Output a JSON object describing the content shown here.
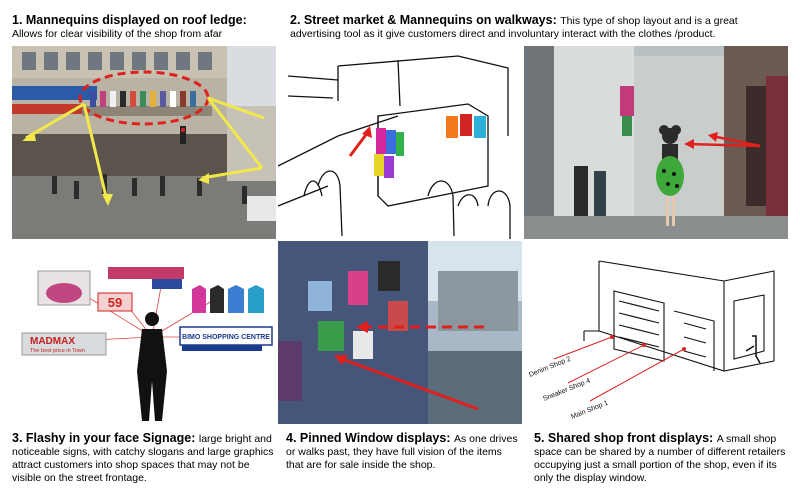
{
  "panels": [
    {
      "title": "1. Mannequins displayed on roof ledge",
      "description": "Allows for clear visibility of the shop from afar"
    },
    {
      "title": "2. Street market & Mannequins on walkways",
      "description": "This type of shop layout and is a great advertising tool as it give customers direct and involuntary interact with the clothes /product."
    },
    {
      "title": "3. Flashy in your face Signage",
      "description": "large bright and noticeable signs, with catchy slogans and large graphics attract customers into shop spaces that may not be visible on the street frontage."
    },
    {
      "title": "4. Pinned Window displays",
      "description": "As one drives or walks past, they have full vision of the items that are for sale inside the shop."
    },
    {
      "title": "5. Shared shop front displays",
      "description": "A small shop space can be shared by a number of different retailers occupying just a small portion of the shop, even if its only the display window."
    }
  ],
  "signage": {
    "madmax": "MADMAX",
    "madmax_slogan": "The best price in Town",
    "price": "59",
    "bimo": "BIMO SHOPPING CENTRE"
  },
  "sketch_labels": {
    "denim": "Denim Shop 2",
    "sneaker": "Sneaker Shop 4",
    "main": "Main Shop 1"
  },
  "colors": {
    "accent_red": "#e0201c",
    "arrow_yellow": "#f2e84a"
  }
}
